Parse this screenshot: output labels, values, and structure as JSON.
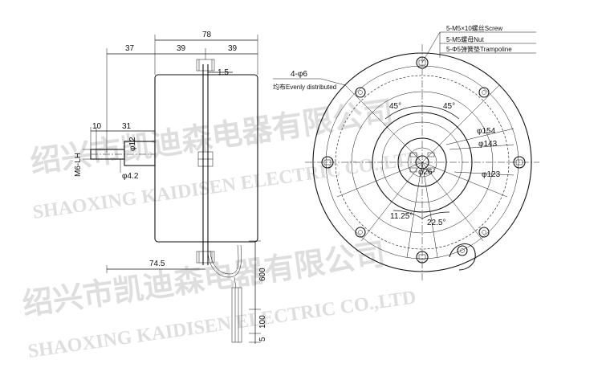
{
  "side_view": {
    "dims": {
      "overall": "78",
      "left_offset": "37",
      "half_left": "39",
      "half_right": "39",
      "bracket": "1.5",
      "shaft_length_10": "10",
      "shaft_length_31": "31",
      "shaft_dia_12": "φ12",
      "shaft_dia_4_2": "φ4.2",
      "thread": "M6-LH",
      "lead_offset": "74.5",
      "lead_600": "600",
      "lead_100": "100",
      "lead_5": "5"
    }
  },
  "front_view": {
    "dims": {
      "holes": "4-φ6",
      "holes_note": "均布Evenly distributed",
      "angle_left": "45°",
      "angle_right": "45°",
      "dia_154": "φ154",
      "dia_143": "φ143",
      "dia_123": "φ123",
      "dia_26": "φ26",
      "angle_11_25": "11.25°",
      "angle_22_5": "22.5°"
    },
    "callouts": {
      "screw": "5-M5×10螺丝Screw",
      "nut": "5-M5螺母Nut",
      "trampoline": "5-Φ5弹簧垫Trampoline"
    }
  },
  "watermark": {
    "chinese": "绍兴市凯迪森电器有限公司",
    "english": "SHAOXING KAIDISEN ELECTRIC CO.,LTD"
  }
}
